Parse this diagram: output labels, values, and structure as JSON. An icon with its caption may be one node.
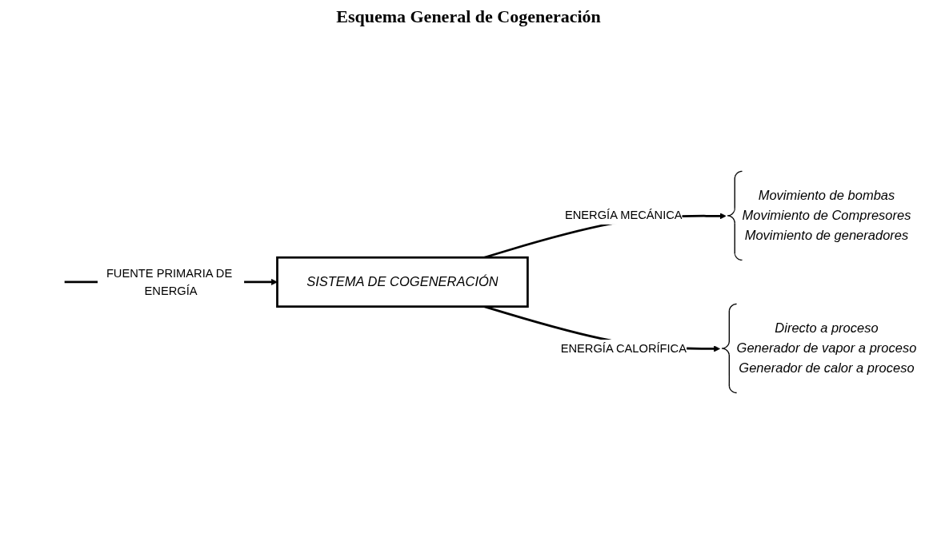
{
  "diagram": {
    "title": "Esquema General de Cogeneración",
    "nodes": [
      {
        "text": [
          "SISTEMA DE COGENERACIÓN"
        ]
      },
      {
        "text": [
          "Movimiento de bombas",
          "Movimiento de Compresores",
          "Movimiento de generadores"
        ]
      },
      {
        "text": [
          "Directo a proceso",
          "Generador de vapor a proceso",
          "Generador de calor a proceso"
        ]
      }
    ],
    "edges": [
      {
        "from": null,
        "to": 0,
        "arrow": "to",
        "label": "FUENTE PRIMARIA DE ENERGÍA"
      },
      {
        "from": 0,
        "to": 1,
        "arrow": "to",
        "label": "ENERGÍA MECÁNICA"
      },
      {
        "from": 0,
        "to": 2,
        "arrow": "to",
        "label": "ENERGÍA CALORÍFICA"
      }
    ]
  }
}
